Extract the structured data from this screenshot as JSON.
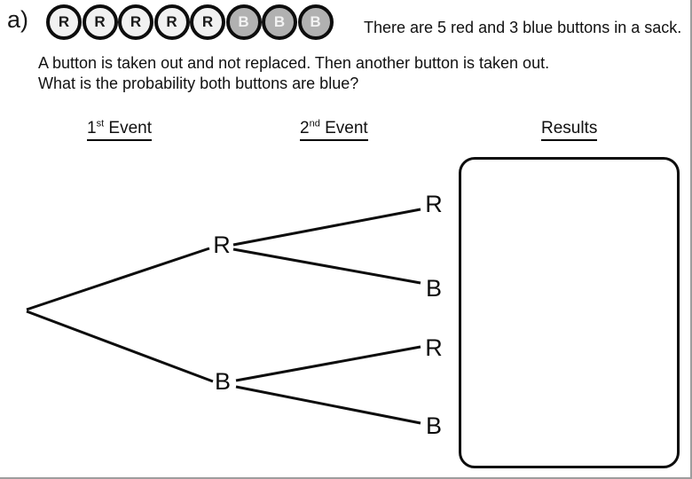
{
  "slide": {
    "item_label": "a)",
    "intro_text": "There are 5 red and 3 blue buttons in a sack.",
    "problem_line1": "A button is taken out and not replaced. Then another button is taken out.",
    "problem_line2": "What is the probability both buttons are blue?"
  },
  "sack": {
    "red_count": 5,
    "blue_count": 3,
    "red_fill": "#f1f1f1",
    "blue_fill": "#b1b1b1",
    "border_color": "#0d0d0d",
    "buttons": [
      {
        "label": "R",
        "type": "red"
      },
      {
        "label": "R",
        "type": "red"
      },
      {
        "label": "R",
        "type": "red"
      },
      {
        "label": "R",
        "type": "red"
      },
      {
        "label": "R",
        "type": "red"
      },
      {
        "label": "B",
        "type": "blue"
      },
      {
        "label": "B",
        "type": "blue"
      },
      {
        "label": "B",
        "type": "blue"
      }
    ]
  },
  "columns": {
    "first_event": {
      "number": "1",
      "suffix": "st",
      "word": " Event"
    },
    "second_event": {
      "number": "2",
      "suffix": "nd",
      "word": " Event"
    },
    "results_label": "Results"
  },
  "tree": {
    "level1": [
      {
        "label": "R"
      },
      {
        "label": "B"
      }
    ],
    "level2": [
      {
        "label": "R",
        "parent": "R"
      },
      {
        "label": "B",
        "parent": "R"
      },
      {
        "label": "R",
        "parent": "B"
      },
      {
        "label": "B",
        "parent": "B"
      }
    ]
  },
  "results_box": {
    "content": ""
  }
}
